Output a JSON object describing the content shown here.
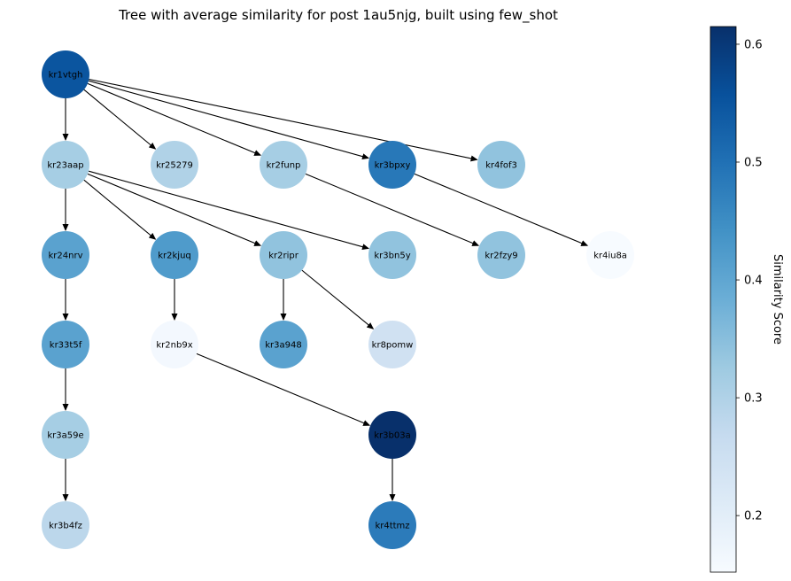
{
  "title": "Tree with average similarity for post 1au5njg, built using few_shot",
  "colorbar": {
    "label": "Similarity Score",
    "ticks": [
      "0.2",
      "0.3",
      "0.4",
      "0.5",
      "0.6"
    ],
    "tick_values": [
      0.2,
      0.3,
      0.4,
      0.5,
      0.6
    ],
    "min": 0.152,
    "max": 0.615
  },
  "nodes": [
    {
      "id": "kr1vtgh",
      "color": "#0b559f"
    },
    {
      "id": "kr23aap",
      "color": "#a6cee4"
    },
    {
      "id": "kr25279",
      "color": "#b0d2e7"
    },
    {
      "id": "kr2funp",
      "color": "#a6cee4"
    },
    {
      "id": "kr3bpxy",
      "color": "#2878b8"
    },
    {
      "id": "kr4fof3",
      "color": "#91c3de"
    },
    {
      "id": "kr24nrv",
      "color": "#5aa2cf"
    },
    {
      "id": "kr2kjuq",
      "color": "#4f9bcb"
    },
    {
      "id": "kr2ripr",
      "color": "#91c3de"
    },
    {
      "id": "kr3bn5y",
      "color": "#91c3de"
    },
    {
      "id": "kr2fzy9",
      "color": "#91c3de"
    },
    {
      "id": "kr4iu8a",
      "color": "#f7fbff"
    },
    {
      "id": "kr33t5f",
      "color": "#5aa2cf"
    },
    {
      "id": "kr2nb9x",
      "color": "#f3f8fe"
    },
    {
      "id": "kr3a948",
      "color": "#5aa2cf"
    },
    {
      "id": "kr8pomw",
      "color": "#d0e1f2"
    },
    {
      "id": "kr3a59e",
      "color": "#a6cee4"
    },
    {
      "id": "kr3b03a",
      "color": "#08306b"
    },
    {
      "id": "kr3b4fz",
      "color": "#bcd7eb"
    },
    {
      "id": "kr4ttmz",
      "color": "#2c7bba"
    }
  ],
  "edges": [
    [
      "kr1vtgh",
      "kr23aap"
    ],
    [
      "kr1vtgh",
      "kr25279"
    ],
    [
      "kr1vtgh",
      "kr2funp"
    ],
    [
      "kr1vtgh",
      "kr3bpxy"
    ],
    [
      "kr1vtgh",
      "kr4fof3"
    ],
    [
      "kr23aap",
      "kr24nrv"
    ],
    [
      "kr23aap",
      "kr2kjuq"
    ],
    [
      "kr23aap",
      "kr2ripr"
    ],
    [
      "kr23aap",
      "kr3bn5y"
    ],
    [
      "kr2funp",
      "kr2fzy9"
    ],
    [
      "kr3bpxy",
      "kr4iu8a"
    ],
    [
      "kr24nrv",
      "kr33t5f"
    ],
    [
      "kr2kjuq",
      "kr2nb9x"
    ],
    [
      "kr2ripr",
      "kr3a948"
    ],
    [
      "kr2ripr",
      "kr8pomw"
    ],
    [
      "kr33t5f",
      "kr3a59e"
    ],
    [
      "kr2nb9x",
      "kr3b03a"
    ],
    [
      "kr3a59e",
      "kr3b4fz"
    ],
    [
      "kr3b03a",
      "kr4ttmz"
    ]
  ]
}
